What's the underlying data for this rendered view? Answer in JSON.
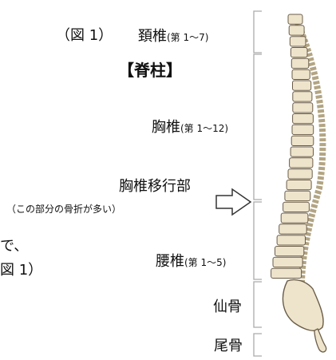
{
  "figure_label": "（図 1）",
  "title": "【脊柱】",
  "left_fragment_1": "で、",
  "left_fragment_2": "図 1）",
  "regions": [
    {
      "name": "頚椎",
      "note": "(第 1〜7)"
    },
    {
      "name": "胸椎",
      "note": "(第 1〜12)"
    },
    {
      "name": "腰椎",
      "note": "(第 1〜5)"
    },
    {
      "name": "仙骨",
      "note": ""
    },
    {
      "name": "尾骨",
      "note": ""
    }
  ],
  "transition": {
    "label": "胸椎移行部",
    "note": "（この部分の骨折が多い）"
  },
  "colors": {
    "bone": "#eee4cc",
    "bone_outline": "#6b5d48",
    "bracket": "#aaaaaa",
    "text": "#111111"
  }
}
